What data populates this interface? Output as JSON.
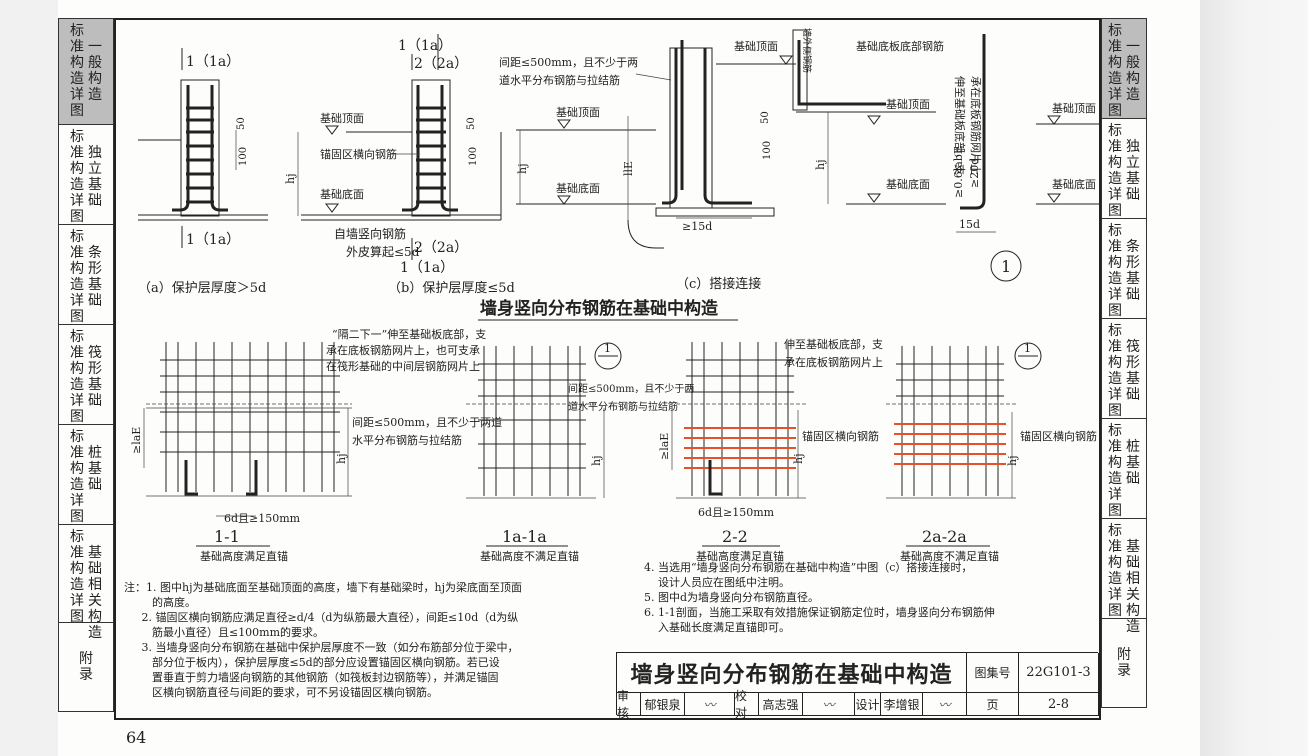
{
  "page_number": "64",
  "left_tabs": [
    {
      "label_cols": [
        "标准构造详图",
        "一般构造"
      ],
      "active": true
    },
    {
      "label_cols": [
        "标准构造详图",
        "独立基础"
      ],
      "active": false
    },
    {
      "label_cols": [
        "标准构造详图",
        "条形基础"
      ],
      "active": false
    },
    {
      "label_cols": [
        "标准构造详图",
        "筏形基础"
      ],
      "active": false
    },
    {
      "label_cols": [
        "标准构造详图",
        "桩基础"
      ],
      "active": false
    },
    {
      "label_cols": [
        "标准构造详图",
        "基础相关构造"
      ],
      "active": false
    },
    {
      "label_cols": [
        "附录"
      ],
      "active": false
    }
  ],
  "right_tabs": [
    {
      "label_cols": [
        "标准构造详图",
        "一般构造"
      ],
      "active": true
    },
    {
      "label_cols": [
        "标准构造详图",
        "独立基础"
      ],
      "active": false
    },
    {
      "label_cols": [
        "标准构造详图",
        "条形基础"
      ],
      "active": false
    },
    {
      "label_cols": [
        "标准构造详图",
        "筏形基础"
      ],
      "active": false
    },
    {
      "label_cols": [
        "标准构造详图",
        "桩基础"
      ],
      "active": false
    },
    {
      "label_cols": [
        "标准构造详图",
        "基础相关构造"
      ],
      "active": false
    },
    {
      "label_cols": [
        "附录"
      ],
      "active": false
    }
  ],
  "top_section": {
    "title": "墙身竖向分布钢筋在基础中构造",
    "circle_label": "1",
    "a": {
      "caption": "（a）保护层厚度＞5d",
      "cut_top": "1（1a）",
      "cut_bottom": "1（1a）",
      "dim_50": "50",
      "dim_100": "100"
    },
    "b": {
      "caption": "（b）保护层厚度≤5d",
      "cut_top1": "1（1a）",
      "cut_top2": "2（2a）",
      "cut_bottom1": "2（2a）",
      "cut_bottom2": "1（1a）",
      "foundation_top": "基础顶面",
      "anchor_rebar": "锚固区横向钢筋",
      "foundation_bottom": "基础底面",
      "hj": "hj",
      "dim_50": "50",
      "dim_100": "100",
      "note_line1": "自墙竖向钢筋",
      "note_line2": "外皮算起≤5d"
    },
    "c": {
      "caption": "（c）搭接连接",
      "spacing_line1": "间距≤500mm，且不少于两",
      "spacing_line2": "道水平分布钢筋与拉结筋",
      "foundation_top_1": "基础顶面",
      "foundation_bottom_1": "基础底面",
      "hj": "hj",
      "lle": "llE",
      "dim_15d": "≥15d",
      "dim_50": "50",
      "dim_100": "100",
      "foundation_top_2": "基础顶面",
      "slab_bottom_rebar": "基础底板底部钢筋",
      "wall_outer_rebar": "墙外侧钢筋",
      "foundation_top_3": "基础顶面",
      "foundation_bottom_2": "基础底面",
      "hj2": "hj",
      "extend_line1": "伸至基础板底部，支",
      "extend_line2": "承在底板钢筋网片上",
      "dim_06": "≥0.6labE",
      "dim_20d": "≥20d",
      "foundation_top_4": "基础顶面",
      "foundation_bottom_3": "基础底面",
      "dim_15d_2": "15d"
    }
  },
  "sections": [
    {
      "title": "1-1",
      "subtitle": "基础高度满足直锚",
      "note_line1": "“隔二下一”伸至基础板底部，支",
      "note_line2": "承在底板钢筋网片上，也可支承",
      "note_line3": "在筏形基础的中间层钢筋网片上",
      "spacing_line1": "间距≤500mm，且不少于两道",
      "spacing_line2": "水平分布钢筋与拉结筋",
      "lae": "≥laE",
      "hj": "hj",
      "bottom_dim": "6d且≥150mm"
    },
    {
      "title": "1a-1a",
      "subtitle": "基础高度不满足直锚",
      "circle_label": "1",
      "spacing_line1": "间距≤500mm，且不少于两",
      "spacing_line2": "道水平分布钢筋与拉结筋",
      "hj": "hj"
    },
    {
      "title": "2-2",
      "subtitle": "基础高度满足直锚",
      "note_line1": "伸至基础板底部，支",
      "note_line2": "承在底板钢筋网片上",
      "anchor_rebar": "锚固区横向钢筋",
      "lae": "≥laE",
      "hj": "hj",
      "bottom_dim": "6d且≥150mm"
    },
    {
      "title": "2a-2a",
      "subtitle": "基础高度不满足直锚",
      "circle_label": "1",
      "anchor_rebar": "锚固区横向钢筋",
      "hj": "hj"
    }
  ],
  "notes_left": [
    "注：1. 图中hj为基础底面至基础顶面的高度，墙下有基础梁时，hj为梁底面至顶面",
    "        的高度。",
    "     2. 锚固区横向钢筋应满足直径≥d/4（d为纵筋最大直径），间距≤10d（d为纵",
    "        筋最小直径）且≤100mm的要求。",
    "     3. 当墙身竖向分布钢筋在基础中保护层厚度不一致（如分布筋部分位于梁中，",
    "        部分位于板内），保护层厚度≤5d的部分应设置锚固区横向钢筋。若已设",
    "        置垂直于剪力墙竖向钢筋的其他钢筋（如筏板封边钢筋等），并满足锚固",
    "        区横向钢筋直径与间距的要求，可不另设锚固区横向钢筋。"
  ],
  "notes_right": [
    "4. 当选用“墙身竖向分布钢筋在基础中构造”中图（c）搭接连接时，",
    "    设计人员应在图纸中注明。",
    "5. 图中d为墙身竖向分布钢筋直径。",
    "6. 1-1剖面，当施工采取有效措施保证钢筋定位时，墙身竖向分布钢筋伸",
    "    入基础长度满足直锚即可。"
  ],
  "title_block": {
    "main_title": "墙身竖向分布钢筋在基础中构造",
    "atlas_label": "图集号",
    "atlas_no": "22G101-3",
    "review_label": "审核",
    "reviewer": "郁银泉",
    "check_label": "校对",
    "checker": "高志强",
    "design_label": "设计",
    "designer": "李增银",
    "page_label": "页",
    "page_value": "2-8"
  },
  "colors": {
    "highlight_rebar": "#e8502a",
    "line": "#222222",
    "tab_active": "#bdbdbd"
  }
}
